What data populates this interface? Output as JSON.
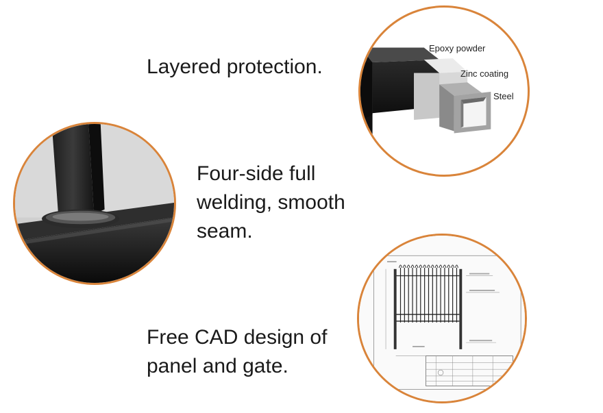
{
  "captions": {
    "layered": [
      "Layered protection."
    ],
    "welding": [
      "Four-side full",
      "welding, smooth",
      "seam."
    ],
    "cad": [
      "Free CAD design of",
      "panel and gate."
    ]
  },
  "layers_diagram": {
    "labels": [
      "Epoxy powder",
      "Zinc coating",
      "Steel"
    ]
  },
  "colors": {
    "circle_border": "#d9843a",
    "epoxy": "#1d1d1d",
    "zinc": "#dcdcdc",
    "steel": "#9a9a9a",
    "text": "#1a1a1a"
  }
}
